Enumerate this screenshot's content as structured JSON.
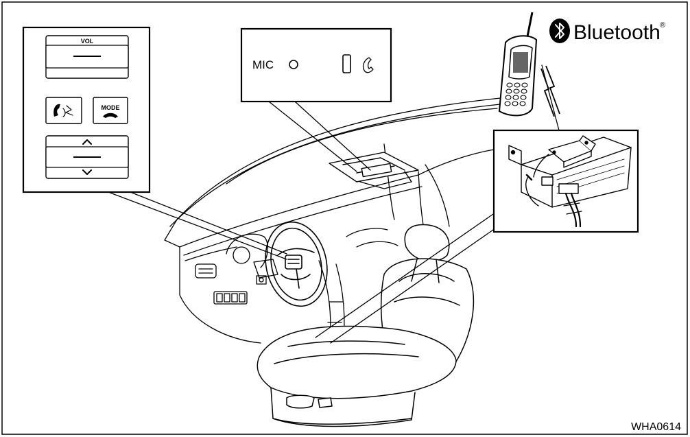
{
  "figure_id": "WHA0614",
  "bluetooth": {
    "brand": "Bluetooth",
    "registered_mark": "®"
  },
  "steering_switch": {
    "vol_label": "VOL",
    "talk_icon": "talk-voice-icon",
    "mode_label": "MODE",
    "mode_icon": "phone-hangup-icon",
    "up_icon": "chevron-up-icon",
    "down_icon": "chevron-down-icon"
  },
  "overhead_console": {
    "mic_label": "MIC",
    "mic_icon": "circle-icon",
    "button_icon": "rectangle-button-icon",
    "phone_icon": "phone-handset-icon"
  },
  "components": [
    "steering-switch-callout",
    "overhead-console-callout",
    "cellular-phone",
    "control-unit-callout",
    "vehicle-interior"
  ]
}
